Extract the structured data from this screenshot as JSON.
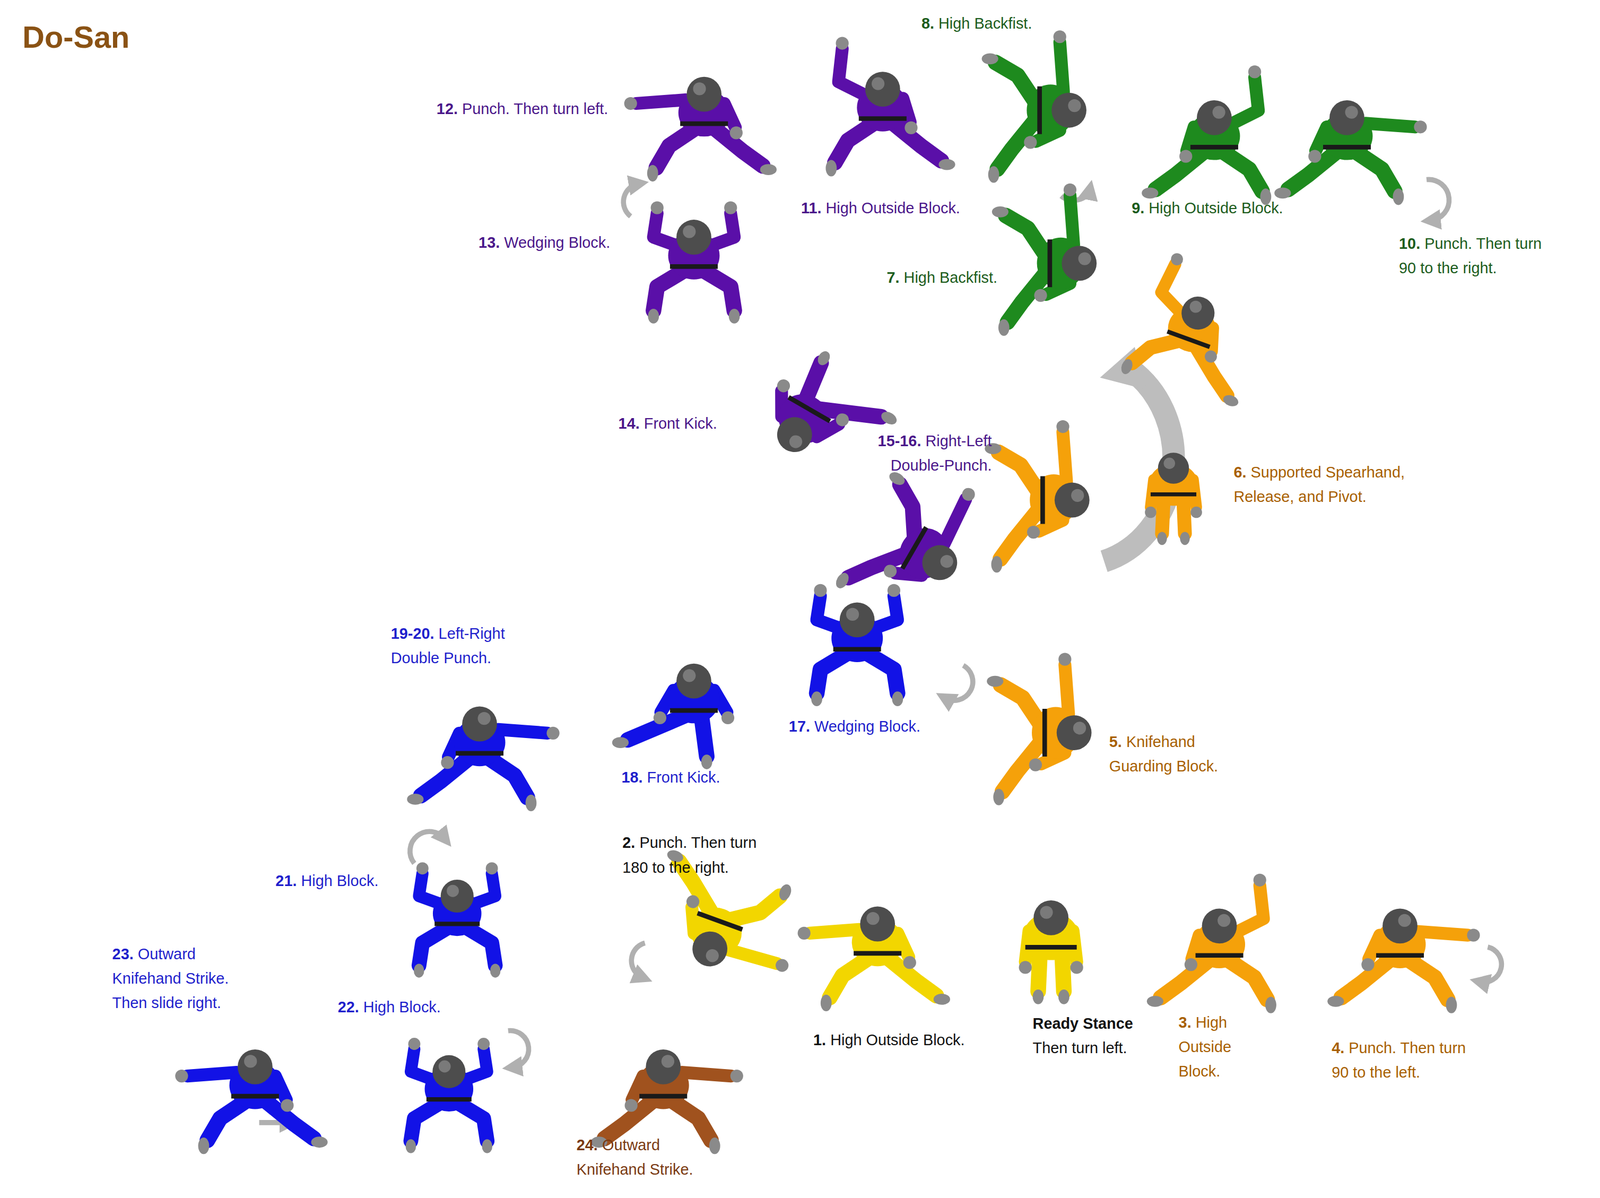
{
  "diagram": {
    "title": "Do-San",
    "labels": [
      "8.",
      "High Backfist.",
      "12.",
      "Punch. Then turn left.",
      "11.",
      "High Outside Block.",
      "9.",
      "High Outside Block.",
      "13.",
      "Wedging Block.",
      "10.",
      "Punch. Then turn 90 to the right.",
      "7.",
      "High Backfist.",
      "14.",
      "Front Kick.",
      "15-16.",
      "Right-Left Double-Punch.",
      "6.",
      "Supported Spearhand, Release, and Pivot.",
      "19-20.",
      "Left-Right Double Punch.",
      "17.",
      "Wedging Block.",
      "5.",
      "Knifehand Guarding Block.",
      "18.",
      "Front Kick.",
      "2.",
      "Punch. Then turn 180 to the right.",
      "21.",
      "High Block.",
      "23.",
      "Outward Knifehand Strike. Then slide right.",
      "22.",
      "High Block.",
      "Ready Stance",
      "Then turn left.",
      "3.",
      "High Outside Block.",
      "1.",
      "High Outside Block.",
      "4.",
      "Punch. Then turn 90 to the left.",
      "24.",
      "Outward Knifehand Strike."
    ]
  }
}
